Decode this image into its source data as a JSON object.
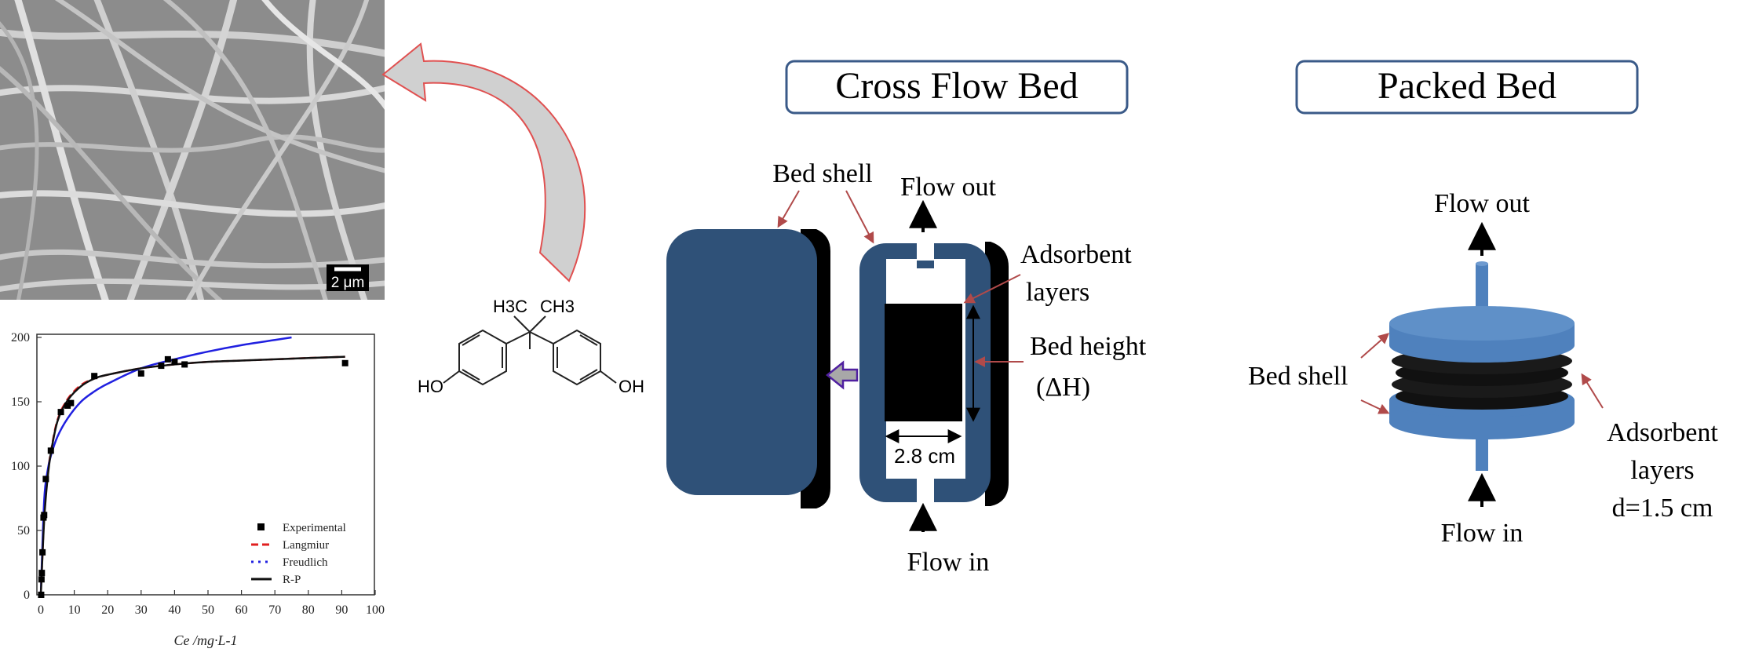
{
  "sem": {
    "scale_bar_label": "2 μm"
  },
  "molecule": {
    "methyl_left": "H3C",
    "methyl_right": "CH3",
    "hydroxyl_left": "HO",
    "hydroxyl_right": "OH"
  },
  "cross_flow": {
    "title": "Cross Flow Bed",
    "bed_shell": "Bed shell",
    "flow_out": "Flow out",
    "flow_in": "Flow in",
    "adsorbent_line1": "Adsorbent",
    "adsorbent_line2": "layers",
    "bed_height_line1": "Bed height",
    "bed_height_line2": "(ΔH)",
    "width_label": "2.8 cm"
  },
  "packed_bed": {
    "title": "Packed Bed",
    "flow_out": "Flow out",
    "flow_in": "Flow in",
    "bed_shell": "Bed shell",
    "adsorbent_line1": "Adsorbent",
    "adsorbent_line2": "layers",
    "diameter": "d=1.5 cm"
  },
  "colors": {
    "bed_blue": "#2F5178",
    "packed_blue": "#4F81BD",
    "box_border": "#3A5A88",
    "label_arrow": "#B04A4A",
    "sem_bg": "#8C8C8C",
    "langmuir": "#E02020",
    "freundlich": "#2020E0"
  },
  "chart_data": {
    "type": "scatter",
    "xlabel": "Ce /mg·L-1",
    "ylabel": "",
    "xlim": [
      0,
      100
    ],
    "ylim": [
      0,
      200
    ],
    "xticks": [
      "0",
      "10",
      "20",
      "30",
      "40",
      "50",
      "60",
      "70",
      "80",
      "90",
      "100"
    ],
    "yticks": [
      "0",
      "50",
      "100",
      "150",
      "200"
    ],
    "legend_position": "bottom-right",
    "legend": [
      "Experimental",
      "Langmiur",
      "Freudlich",
      "R-P"
    ],
    "series": [
      {
        "name": "Experimental",
        "kind": "points",
        "x": [
          0.1,
          0.2,
          0.3,
          0.5,
          0.8,
          1.0,
          1.5,
          3,
          6,
          8,
          9,
          16,
          30,
          36,
          38,
          40,
          43,
          91
        ],
        "y": [
          0,
          12,
          17,
          33,
          60,
          62,
          90,
          112,
          142,
          147,
          149,
          170,
          172,
          178,
          183,
          181,
          179,
          180
        ]
      },
      {
        "name": "Langmiur",
        "kind": "dashed",
        "x": [
          0,
          1,
          2,
          3,
          5,
          8,
          12,
          16,
          20,
          30,
          40,
          50,
          60,
          70,
          80,
          91
        ],
        "y": [
          0,
          60,
          92,
          111,
          136,
          152,
          163,
          168,
          171,
          176,
          179,
          181,
          182,
          183,
          184,
          185
        ]
      },
      {
        "name": "Freudlich",
        "kind": "dotted",
        "x": [
          0,
          1,
          2,
          3,
          5,
          8,
          12,
          16,
          20,
          30,
          40,
          50,
          60,
          70,
          75
        ],
        "y": [
          0,
          73,
          96,
          108,
          123,
          137,
          150,
          158,
          164,
          176,
          183,
          189,
          194,
          198,
          200
        ]
      },
      {
        "name": "R-P",
        "kind": "solid",
        "x": [
          0,
          1,
          2,
          3,
          5,
          8,
          12,
          16,
          20,
          30,
          40,
          50,
          60,
          70,
          80,
          91
        ],
        "y": [
          0,
          58,
          90,
          110,
          135,
          151,
          162,
          168,
          171,
          176,
          179,
          181,
          182,
          183,
          184,
          185
        ]
      }
    ]
  }
}
